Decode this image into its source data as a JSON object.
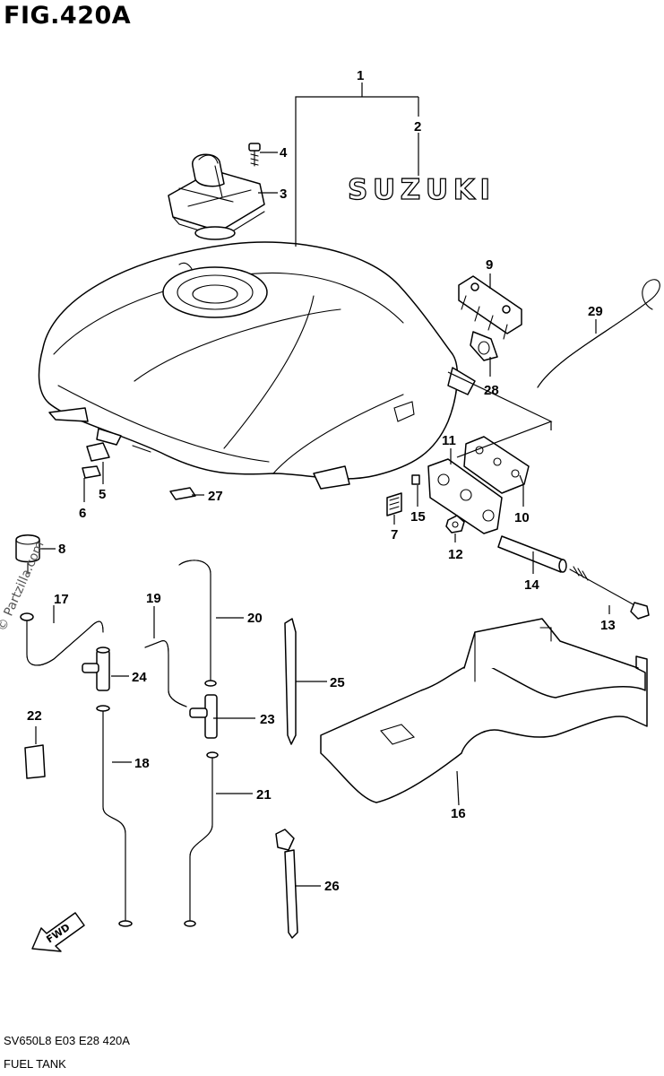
{
  "figure": {
    "title": "FIG.420A"
  },
  "logo_text": "SUZUKI",
  "fwd_text": "FWD",
  "watermark": "© Partzilla.com",
  "callouts": {
    "c1": "1",
    "c2": "2",
    "c3": "3",
    "c4": "4",
    "c5": "5",
    "c6": "6",
    "c7": "7",
    "c8": "8",
    "c9": "9",
    "c10": "10",
    "c11": "11",
    "c12": "12",
    "c13": "13",
    "c14": "14",
    "c15": "15",
    "c16": "16",
    "c17": "17",
    "c18": "18",
    "c19": "19",
    "c20": "20",
    "c21": "21",
    "c22": "22",
    "c23": "23",
    "c24": "24",
    "c25": "25",
    "c26": "26",
    "c27": "27",
    "c28": "28",
    "c29": "29"
  },
  "footer": {
    "line1": "SV650L8  E03  E28  420A",
    "line2": "FUEL TANK"
  }
}
